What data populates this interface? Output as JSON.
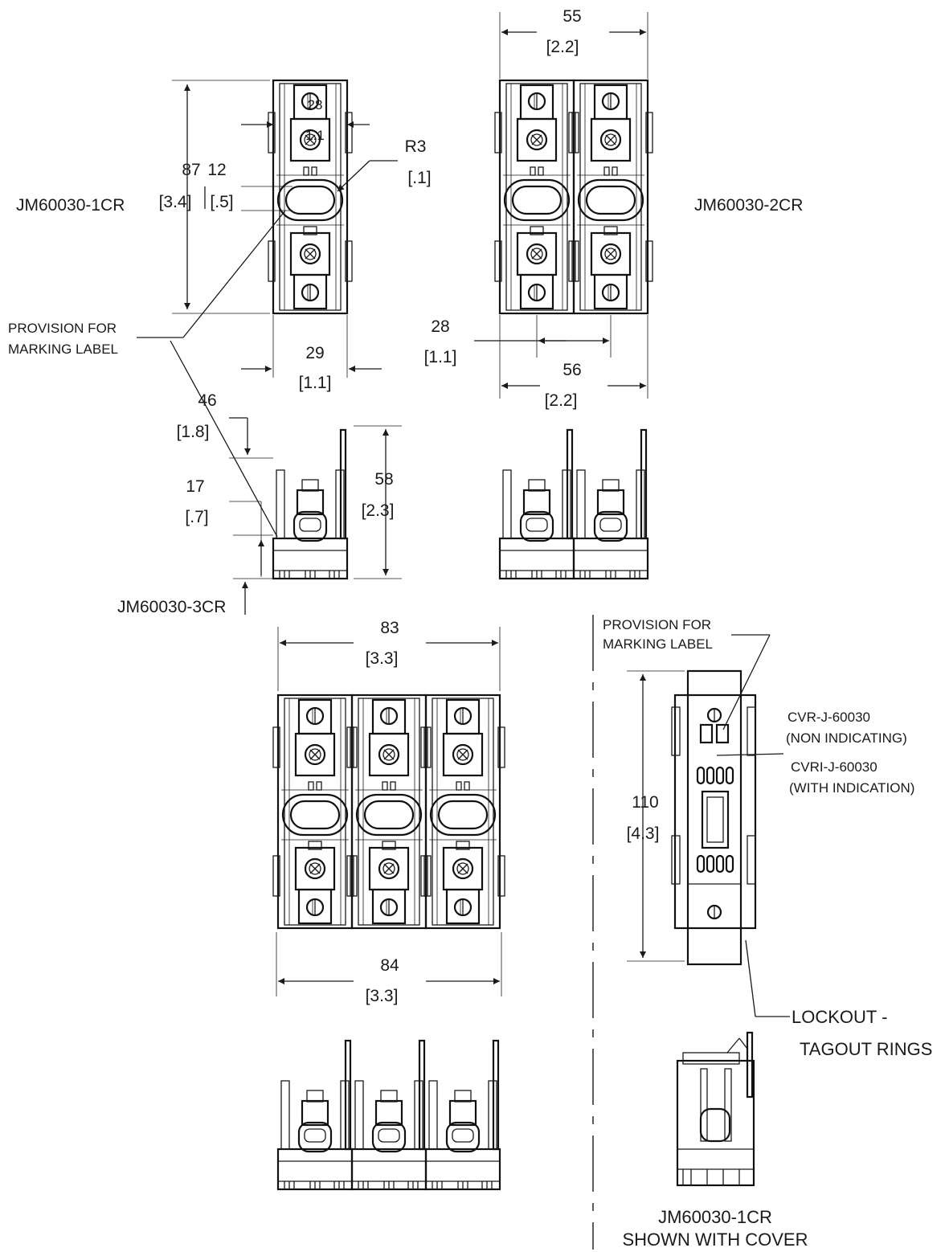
{
  "models": {
    "one_pole": "JM60030-1CR",
    "two_pole": "JM60030-2CR",
    "three_pole": "JM60030-3CR",
    "cover_caption_1": "JM60030-1CR",
    "cover_caption_2": "SHOWN WITH COVER"
  },
  "notes": {
    "marking_label_1": "PROVISION FOR",
    "marking_label_2": "MARKING LABEL",
    "cover_label_1": "PROVISION FOR",
    "cover_label_2": "MARKING LABEL",
    "cvr_1": "CVR-J-60030",
    "cvr_2": "(NON INDICATING)",
    "cvri_1": "CVRI-J-60030",
    "cvri_2": "(WITH INDICATION)",
    "lockout_1": "LOCKOUT -",
    "lockout_2": "TAGOUT RINGS"
  },
  "dims": {
    "one_height_mm": "87",
    "one_height_in": "[3.4]",
    "one_slot_mm": "12",
    "one_slot_in": "[.5]",
    "one_radius_mm": "R3",
    "one_radius_in": "[.1]",
    "one_inner_mm": "28",
    "one_inner_in": "1.1",
    "one_width_mm": "29",
    "one_width_in": "[1.1]",
    "one_top_mm": "46",
    "one_top_in": "[1.8]",
    "one_low_mm": "17",
    "one_low_in": "[.7]",
    "one_side_mm": "58",
    "one_side_in": "[2.3]",
    "two_top_mm": "55",
    "two_top_in": "[2.2]",
    "two_pitch_mm": "28",
    "two_pitch_in": "[1.1]",
    "two_width_mm": "56",
    "two_width_in": "[2.2]",
    "three_top_mm": "83",
    "three_top_in": "[3.3]",
    "three_width_mm": "84",
    "three_width_in": "[3.3]",
    "cover_h_mm": "110",
    "cover_h_in": "[4.3]"
  }
}
